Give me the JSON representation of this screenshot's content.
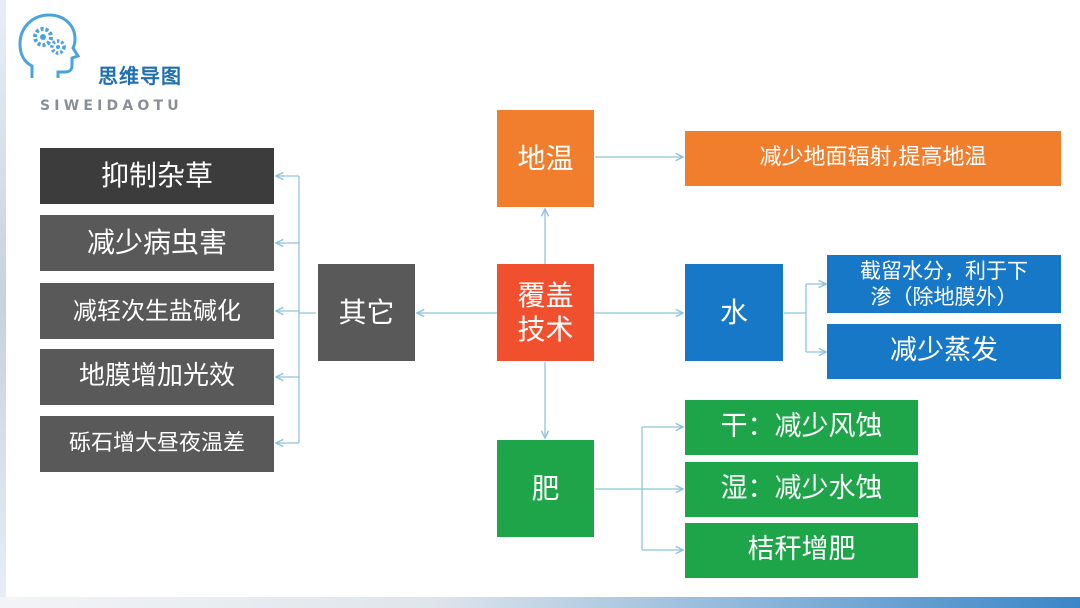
{
  "logo": {
    "title": "思维导图",
    "subtitle": "SIWEIDAOTU",
    "icon": "head-gears-icon"
  },
  "center": {
    "label": "覆盖\n技术",
    "color": "#f0502e"
  },
  "branches": {
    "temperature": {
      "label": "地温",
      "color": "#f07e2c",
      "items": [
        "减少地面辐射,提高地温"
      ]
    },
    "water": {
      "label": "水",
      "color": "#1878c8",
      "items": [
        "截留水分，利于下\n渗（除地膜外）",
        "减少蒸发"
      ]
    },
    "fertilizer": {
      "label": "肥",
      "color": "#1ea54a",
      "items": [
        "干：减少风蚀",
        "湿：减少水蚀",
        "桔秆增肥"
      ]
    },
    "other": {
      "label": "其它",
      "color": "#595959",
      "items": [
        "抑制杂草",
        "减少病虫害",
        "减轻次生盐碱化",
        "地膜增加光效",
        "砾石增大昼夜温差"
      ]
    }
  },
  "colors": {
    "connector": "#8ec5dc",
    "dark_box": "#3c3c3c",
    "logo_blue": "#1f6fb5"
  }
}
